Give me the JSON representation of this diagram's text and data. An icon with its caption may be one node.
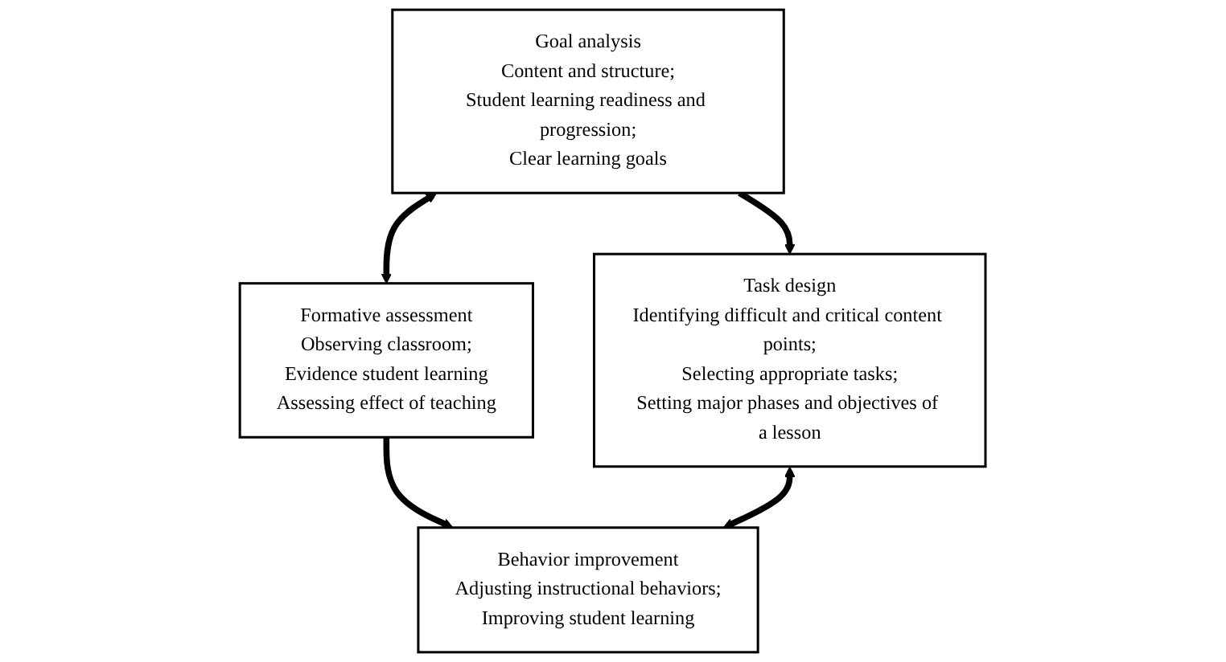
{
  "diagram": {
    "nodes": [
      {
        "text": [
          "Goal analysis",
          "Content and structure;",
          "Student learning readiness and progression;",
          "Clear learning goals"
        ]
      },
      {
        "text": [
          "Formative assessment",
          "Observing classroom;",
          "Evidence student learning",
          "Assessing effect of teaching"
        ]
      },
      {
        "text": [
          "Task design",
          "Identifying difficult and critical content points;",
          "Selecting appropriate tasks;",
          "Setting major phases and objectives of a lesson"
        ]
      },
      {
        "text": [
          "Behavior improvement",
          "Adjusting instructional behaviors;",
          "Improving student learning"
        ]
      }
    ],
    "edges": [
      {
        "from": 0,
        "to": 1,
        "arrow": "both"
      },
      {
        "from": 0,
        "to": 2,
        "arrow": "to"
      },
      {
        "from": 1,
        "to": 3,
        "arrow": "to"
      },
      {
        "from": 2,
        "to": 3,
        "arrow": "both"
      }
    ]
  }
}
